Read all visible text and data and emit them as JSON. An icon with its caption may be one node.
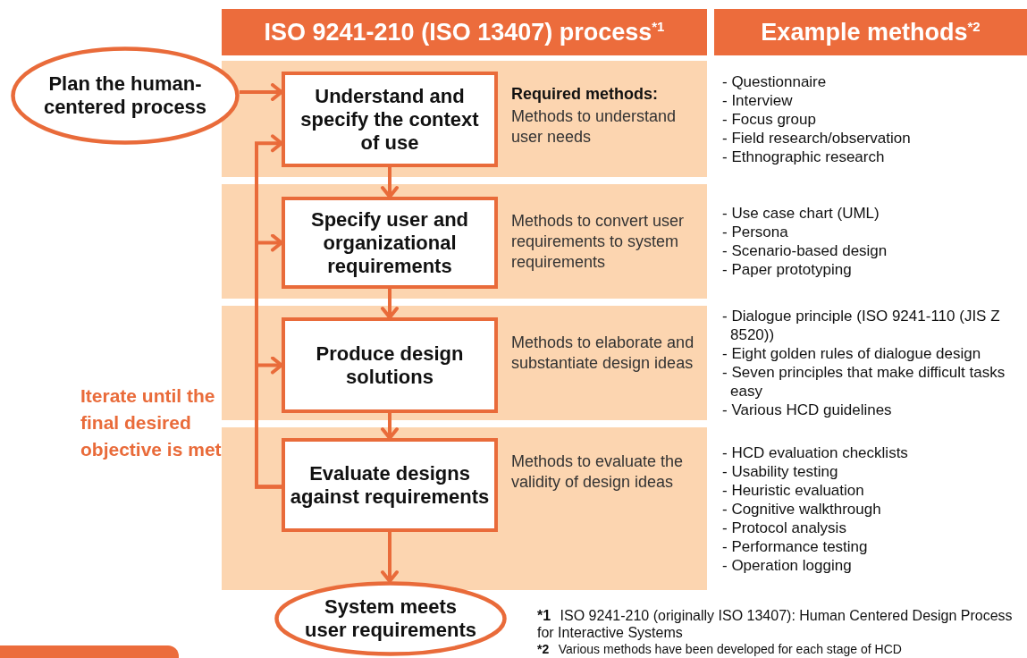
{
  "diagram": {
    "nodes": [
      {
        "text": [
          "ISO 9241-210 (ISO 13407) process$^{*1}$"
        ]
      },
      {
        "text": [
          "Example methods$^{*2}$"
        ]
      },
      {
        "text": [
          "Plan the human-centered process"
        ]
      },
      {
        "text": [
          "Required methods:",
          "Methods to understand user needs"
        ]
      },
      {
        "text": [
          "Understand and specify the context of use"
        ],
        "in": 3
      },
      {
        "text": [
          "- Questionnaire",
          "- Interview",
          "- Focus group",
          "- Field research/observation",
          "- Ethnographic research"
        ]
      },
      {
        "text": [
          "Methods to convert user requirements to system requirements"
        ]
      },
      {
        "text": [
          "Specify user and organizational requirements"
        ],
        "in": 6
      },
      {
        "text": [
          "- Use case chart (UML)",
          "- Persona",
          "- Scenario-based design",
          "- Paper prototyping"
        ]
      },
      {
        "text": [
          "Methods to elaborate and substantiate design ideas"
        ]
      },
      {
        "text": [
          "Produce design solutions"
        ],
        "in": 9
      },
      {
        "text": [
          "- Dialogue principle (ISO 9241-110 (JIS Z 8520))",
          "- Eight golden rules of dialogue design",
          "- Seven principles that make difficult tasks easy",
          "- Various HCD guidelines"
        ]
      },
      {
        "text": [
          "Methods to evaluate the validity of design ideas"
        ]
      },
      {
        "text": [
          "Evaluate designs against requirements"
        ],
        "in": 12
      },
      {
        "text": [
          "- HCD evaluation checklists",
          "- Usability testing",
          "- Heuristic evaluation",
          "- Cognitive walkthrough",
          "- Protocol analysis",
          "- Performance testing",
          "- Operation logging"
        ]
      },
      {
        "text": [
          "System meets user requirements"
        ]
      }
    ],
    "edges": [
      {
        "from": 2,
        "to": 4,
        "arrow": "to"
      },
      {
        "from": 4,
        "to": 7,
        "arrow": "to"
      },
      {
        "from": 7,
        "to": 10,
        "arrow": "to"
      },
      {
        "from": 10,
        "to": 13,
        "arrow": "to"
      },
      {
        "from": 13,
        "to": 15,
        "arrow": "to"
      },
      {
        "from": 13,
        "to": 4,
        "arrow": "to"
      },
      {
        "from": 13,
        "to": 7,
        "arrow": "to"
      },
      {
        "from": 13,
        "to": 10,
        "arrow": "to"
      }
    ],
    "labels": [
      "Iterate until the final desired objective is met",
      "*1",
      "ISO 9241-210 (originally ISO 13407): Human Centered Design Process for Interactive Systems",
      "*2",
      "Various methods have been developed for each stage of HCD"
    ]
  }
}
